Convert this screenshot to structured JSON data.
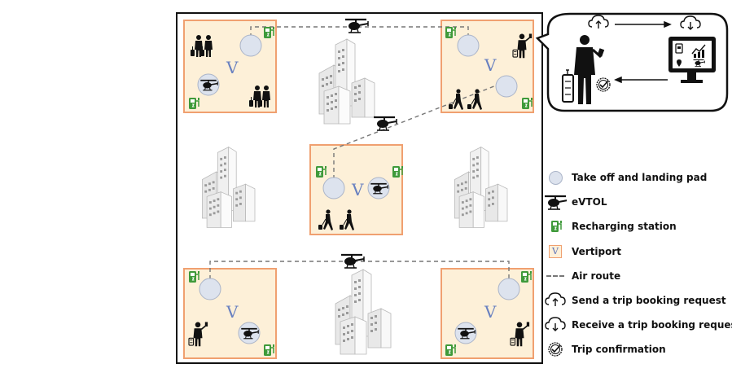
{
  "legend": {
    "pad": "Take off and landing pad",
    "evtol": "eVTOL",
    "recharge": "Recharging station",
    "vertiport": "Vertiport",
    "route": "Air route",
    "send": "Send a trip booking request",
    "receive": "Receive a trip booking request",
    "confirm": "Trip confirmation"
  },
  "vertiport_symbol": "V",
  "colors": {
    "vertiport_fill": "#fdf0d8",
    "vertiport_border": "#f0a070",
    "pad_fill": "#dde3ee",
    "charger": "#3f9a3a",
    "route": "#777777"
  }
}
